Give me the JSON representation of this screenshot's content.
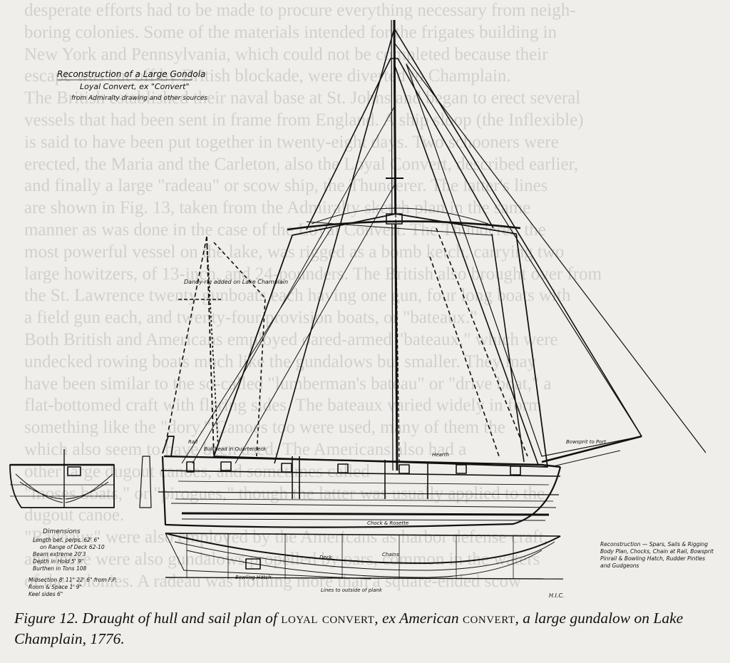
{
  "background_text": [
    "desperate efforts had to be made to procure everything necessary from neigh-",
    "boring colonies. Some of the materials intended for the frigates building in",
    "New York and Pennsylvania, which could not be completed because their",
    "escape was cut off by British blockade, were diverted to Champlain.",
    "The British established their naval base at St. Johns and began to erect several",
    "vessels that had been sent in frame from England. A ship sloop (the Inflexible)",
    "is said to have been put together in twenty-eight days. Two schooners were",
    "erected, the Maria and the Carleton, also the Loyal Convert, described earlier,",
    "and finally a large \"radeau\" or scow ship, the Thunderer. The latter's lines",
    "are shown in Fig. 13, taken from the Admiralty sketch plan in the same",
    "manner as was done in the case of the Loyal Convert. The Thunderer, the",
    "most powerful vessel on the lake, was rigged as a bomb ketch, carrying two",
    "large howitzers, of 13-inch, and 24-pounders. The British also brought over from",
    "the St. Lawrence twenty gunboats each having one gun, four long boats with",
    "a field gun each, and twenty-four provision boats, or \"bateaux.\"",
    "Both British and Americans employed oared-armed \"bateaux,\" which were",
    "undecked rowing boats much like the gundalows but smaller. They may",
    "have been similar to the so-called \"lumberman's bateau\" or \"drive boat,\" a",
    "flat-bottomed craft with flaring sides. The bateaux varied widely in form",
    "something like the \"dory.\" Canoes too were used, many of them the",
    "which also seem to have been used. The Americans also had a",
    "other large dugout canoes, and sometimes called",
    "\"moses boats,\" or \"pirogues,\" though the latter was usually applied to the",
    "dugout canoe.",
    "\"Radeaux\" were also employed by the Americans as harbor defense craft,",
    "and these were also gundalows propelled by oars, common in the waters",
    "of the colonies. A radeau was nothing more than a square-ended scow"
  ],
  "drawing": {
    "title": "Reconstruction of a Large Gondola",
    "subtitle": "Loyal Convert, ex \"Convert\"",
    "source_note": "from Admiralty drawing and other sources",
    "dandy_note": "Dandy-rig added on Lake Champlain",
    "dimensions_heading": "Dimensions",
    "dimensions": [
      "Length bet. perps.  62' 6\"",
      "on Range of Deck  62-10",
      "Beam extreme  20'3",
      "Depth in Hold  5' 9\"",
      "Burthen in Tons  108"
    ],
    "midsection_notes": [
      "Midsection 8' 11\" 22' 6\" from F.P.",
      "Room & Space 1' 9\"",
      "Keel sides 6\""
    ],
    "reconstruction_notes": [
      "Reconstruction — Spars, Sails & Rigging",
      "Body Plan, Chocks, Chain at Rail, Bowsprit",
      "Pinrail & Bowling Hatch, Rudder Pintles",
      "and Gudgeons"
    ],
    "labels": {
      "bowsprit": "Bowsprit to Port",
      "chock": "Chock & Rosette",
      "lines_note": "Lines to outside of plank",
      "bowling_hatch": "Bowling Hatch",
      "deck": "Deck",
      "chains": "Chains",
      "hearth": "Hearth",
      "rail": "Rail",
      "bulkhead": "Bulkhead in Quarterdeck"
    },
    "signature": "H.I.C."
  },
  "caption": {
    "prefix": "Figure 12. Draught of hull and sail plan of ",
    "ship": "loyal convert",
    "mid": ", ex American ",
    "ex_name": "convert",
    "suffix": ", a large gundalow on Lake Champlain, 1776."
  }
}
